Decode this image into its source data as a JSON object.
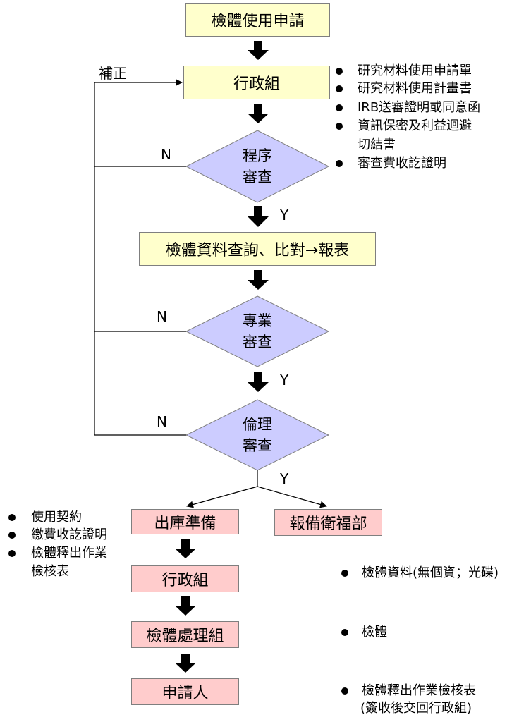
{
  "nodes": {
    "application": "檢體使用申請",
    "admin_top": "行政組",
    "procedure_review": [
      "程序",
      "審查"
    ],
    "specimen_query": "檢體資料查詢、比對→報表",
    "professional_review": [
      "專業",
      "審查"
    ],
    "ethics_review": [
      "倫理",
      "審查"
    ],
    "release_prep": "出庫準備",
    "report_mohw": "報備衛福部",
    "admin_bottom": "行政組",
    "specimen_processing": "檢體處理組",
    "applicant": "申請人"
  },
  "edge_labels": {
    "correction": "補正",
    "no": "N",
    "yes": "Y"
  },
  "notes": {
    "admin_docs": [
      "研究材料使用申請單",
      "研究材料使用計畫書",
      "IRB送審證明或同意函",
      "資訊保密及利益迴避",
      "切結書",
      "審查費收訖證明"
    ],
    "release_docs": [
      "使用契約",
      "繳費收訖證明",
      "檢體釋出作業",
      "檢核表"
    ],
    "admin_output": "檢體資料(無個資；光碟)",
    "processing_output": "檢體",
    "applicant_output": [
      "檢體釋出作業檢核表",
      "(簽收後交回行政組)"
    ]
  },
  "colors": {
    "yellow_box": "#ffffcc",
    "pink_box": "#ffcccc",
    "diamond": "#ccccff"
  }
}
